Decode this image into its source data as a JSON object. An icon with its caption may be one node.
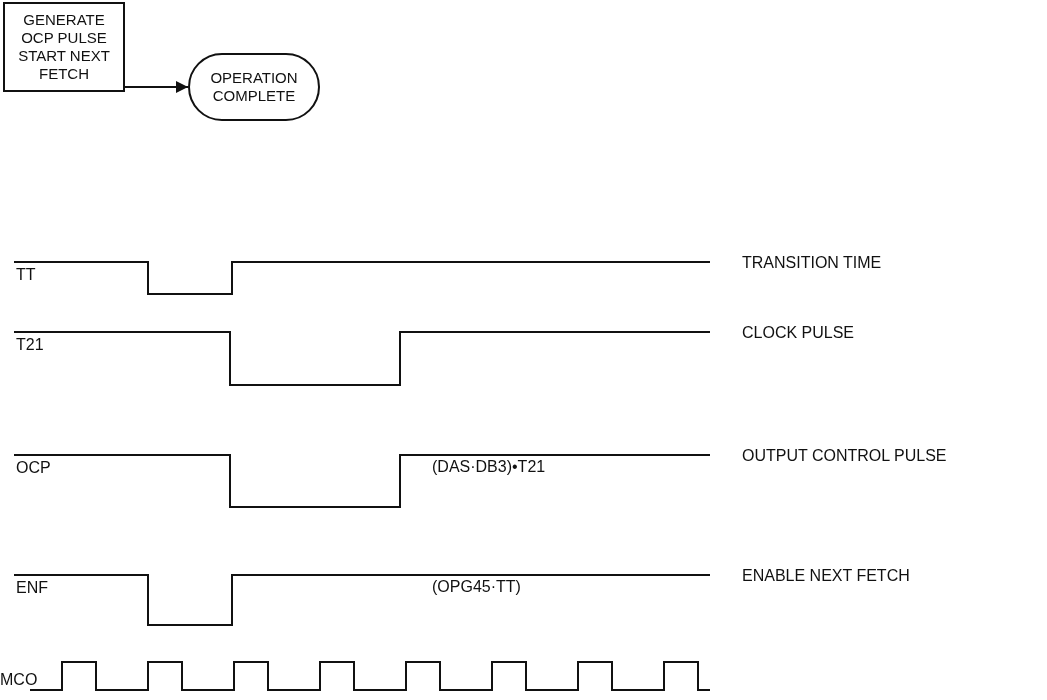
{
  "diagram": {
    "nodes": [
      {
        "text": [
          "GENERATE OCP PULSE START NEXT FETCH"
        ]
      },
      {
        "text": [
          "OPERATION COMPLETE"
        ]
      }
    ],
    "edges": [
      {
        "from": 0,
        "to": 1,
        "arrow": "to"
      }
    ],
    "labels": [
      "TT",
      "TRANSITION TIME",
      "T21",
      "CLOCK PULSE",
      "OCP",
      "(DAS·DB3)•T21",
      "OUTPUT CONTROL PULSE",
      "ENF",
      "(OPG45·TT)",
      "ENABLE NEXT FETCH",
      "MCO"
    ]
  }
}
